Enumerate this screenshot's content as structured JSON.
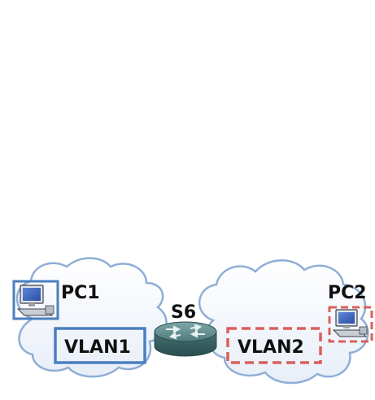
{
  "nodes": {
    "pc1": {
      "label": "PC1"
    },
    "pc2": {
      "label": "PC2"
    },
    "switch": {
      "label": "S6"
    }
  },
  "vlans": {
    "vlan1": {
      "label": "VLAN1",
      "color": "#4a7fc0"
    },
    "vlan2": {
      "label": "VLAN2",
      "color": "#d9605a"
    }
  },
  "colors": {
    "cloud_fill": "#f4f7fc",
    "cloud_stroke": "#8eaed6",
    "switch_top": "#5e8a8c",
    "switch_side": "#3c6466"
  }
}
